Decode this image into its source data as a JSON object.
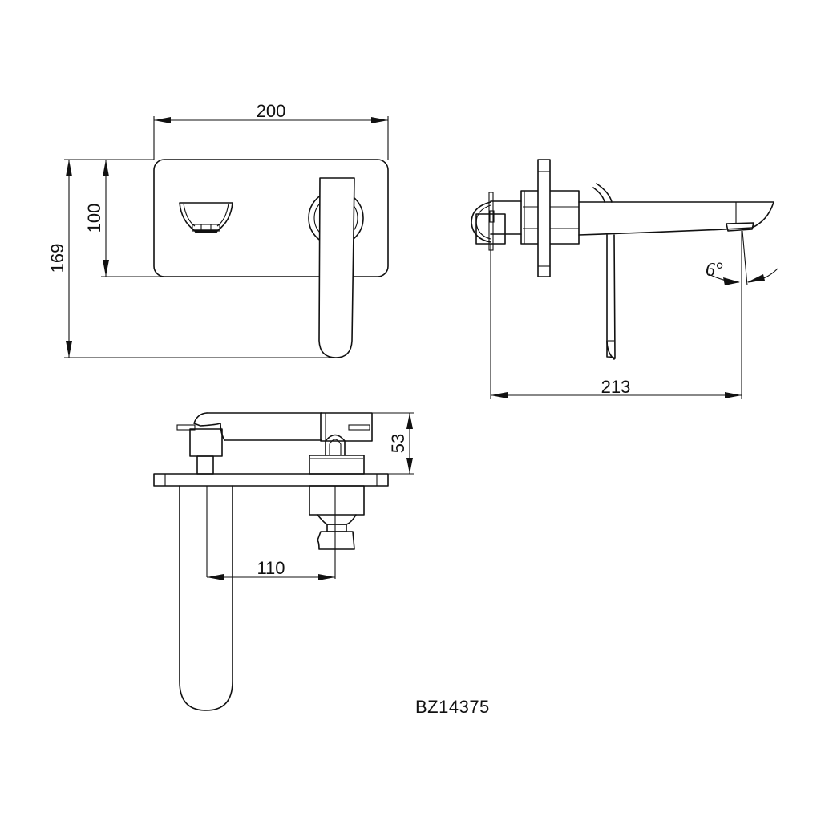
{
  "drawing": {
    "model_code": "BZ14375",
    "units_hint": "mm",
    "views": {
      "front": {
        "name": "Front view (wall plate with handle and spout outlet)"
      },
      "side": {
        "name": "Side view (spout profile)"
      },
      "top": {
        "name": "Top view (plan)"
      }
    },
    "dimensions": {
      "plate_width": "200",
      "plate_height": "100",
      "overall_height": "169",
      "spout_projection": "213",
      "body_depth": "53",
      "centre_distance": "110",
      "spout_angle": "6°"
    }
  }
}
